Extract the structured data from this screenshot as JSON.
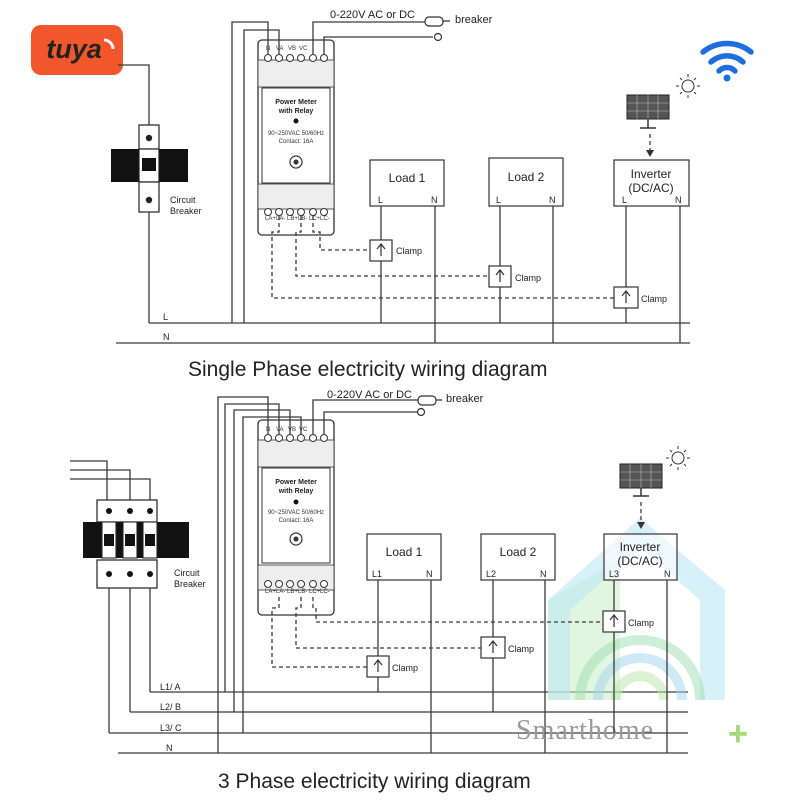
{
  "logo": {
    "text": "tuya",
    "color": "#f2572b"
  },
  "wifi": {
    "icon": "wifi-icon",
    "color": "#1d6fe0"
  },
  "single": {
    "supply_label": "0-220V AC or DC",
    "breaker_label": "breaker",
    "circuit_breaker_label": [
      "Circuit",
      "Breaker"
    ],
    "device": {
      "top_terminals": [
        "N",
        "VA",
        "VB",
        "VC"
      ],
      "name": [
        "Power Meter",
        "with Relay"
      ],
      "spec": [
        "90~250VAC 50/60Hz",
        "Contact: 16A"
      ],
      "bottom_terminals": [
        "LA+",
        "LA-",
        "LB+",
        "LB-",
        "LC+",
        "LC-"
      ]
    },
    "loads": [
      {
        "name": "Load 1",
        "l": "L",
        "n": "N"
      },
      {
        "name": "Load 2",
        "l": "L",
        "n": "N"
      }
    ],
    "inverter": {
      "name": [
        "Inverter",
        "(DC/AC)"
      ],
      "l": "L",
      "n": "N"
    },
    "clamp_label": "Clamp",
    "line_labels": [
      "L",
      "N"
    ],
    "title": "Single Phase electricity wiring diagram"
  },
  "three": {
    "supply_label": "0-220V AC or DC",
    "breaker_label": "breaker",
    "circuit_breaker_label": [
      "Circuit",
      "Breaker"
    ],
    "device": {
      "top_terminals": [
        "N",
        "VA",
        "VB",
        "VC"
      ],
      "name": [
        "Power Meter",
        "with Relay"
      ],
      "spec": [
        "90~250VAC 50/60Hz",
        "Contact: 16A"
      ],
      "bottom_terminals": [
        "LA+",
        "LA-",
        "LB+",
        "LB-",
        "LC+",
        "LC-"
      ]
    },
    "loads": [
      {
        "name": "Load 1",
        "l": "L1",
        "n": "N"
      },
      {
        "name": "Load 2",
        "l": "L2",
        "n": "N"
      }
    ],
    "inverter": {
      "name": [
        "Inverter",
        "(DC/AC)"
      ],
      "l": "L3",
      "n": "N"
    },
    "clamp_label": "Clamp",
    "line_labels": [
      "L1/ A",
      "L2/ B",
      "L3/ C",
      "N"
    ],
    "title": "3 Phase electricity wiring diagram"
  },
  "watermark": {
    "text": "Smarthome",
    "plus": "+"
  }
}
